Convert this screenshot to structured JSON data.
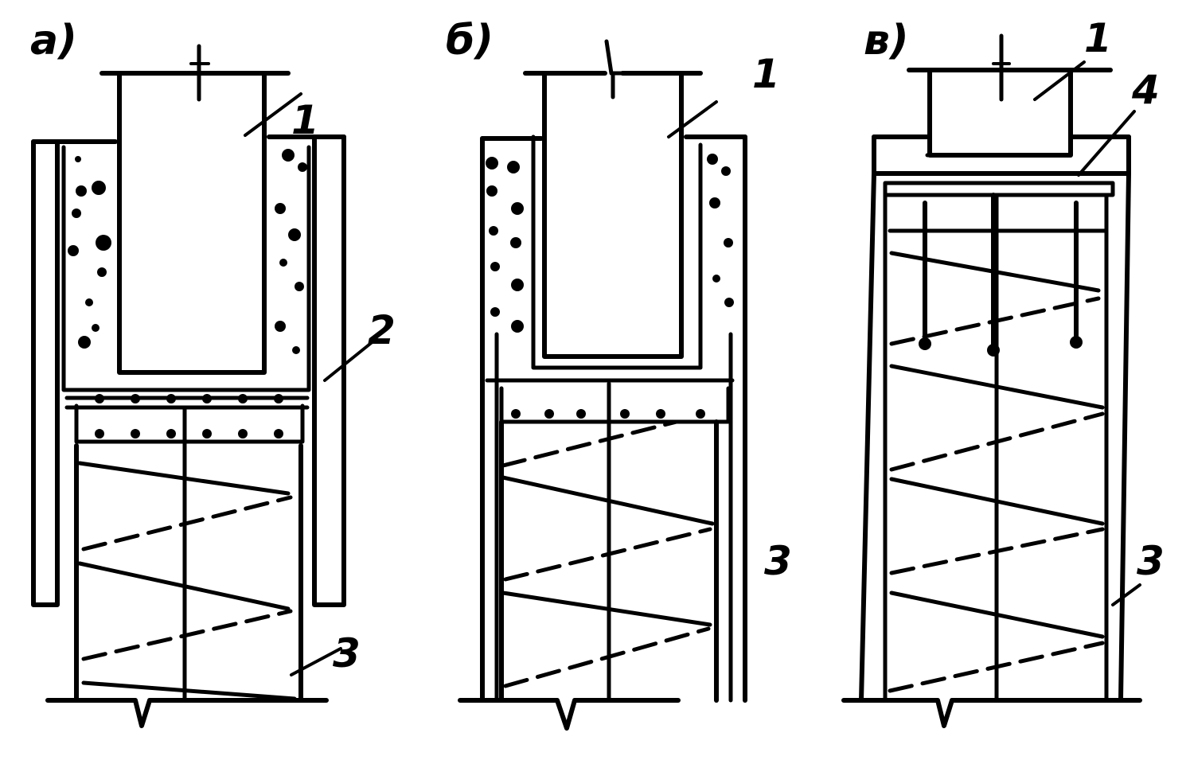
{
  "panels": [
    {
      "id": "a",
      "label": "а)",
      "callouts": [
        "1",
        "2",
        "3"
      ]
    },
    {
      "id": "b",
      "label": "б)",
      "callouts": [
        "1",
        "3"
      ]
    },
    {
      "id": "c",
      "label": "в)",
      "callouts": [
        "1",
        "4",
        "3"
      ]
    }
  ]
}
